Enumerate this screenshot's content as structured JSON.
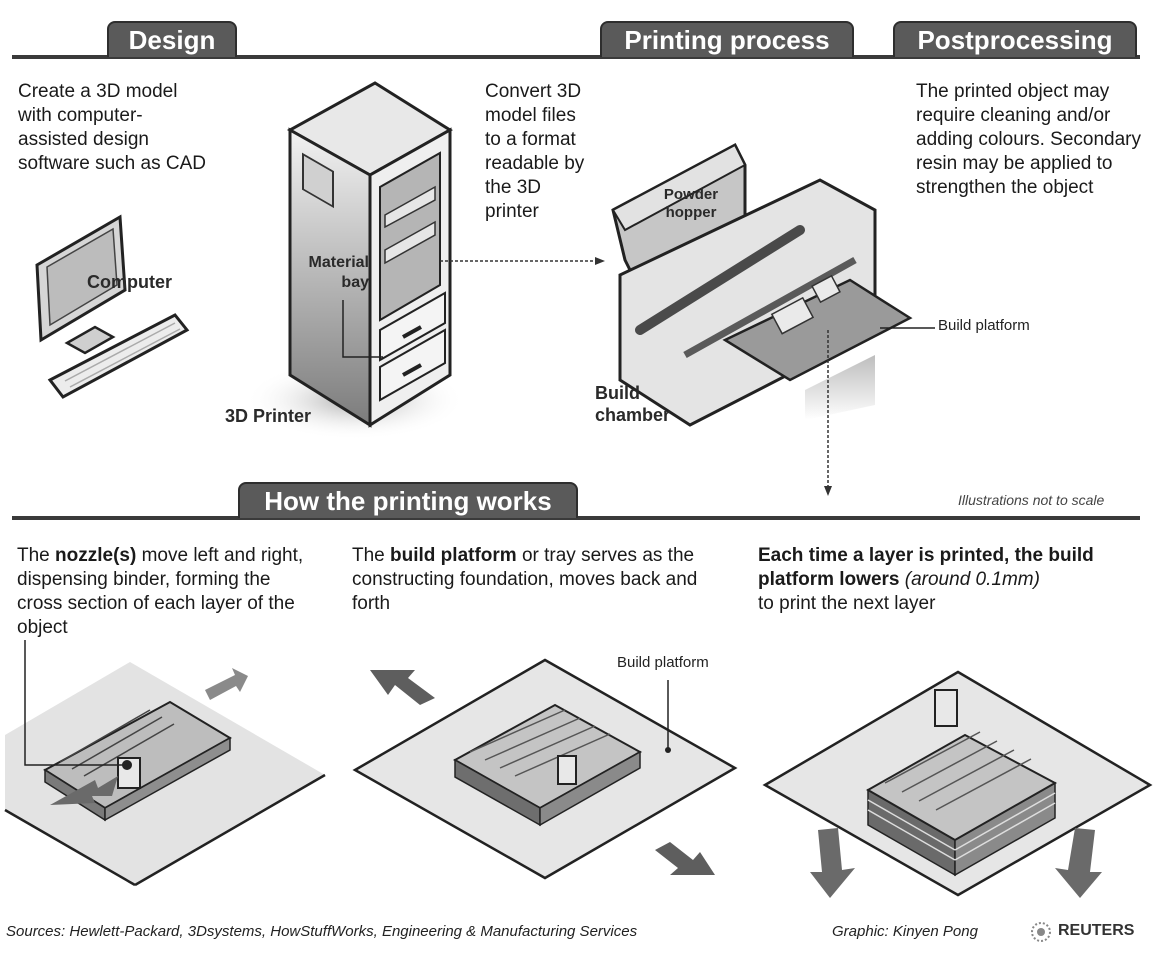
{
  "sections": {
    "design": {
      "tab": "Design",
      "description": "Create a 3D model with computer-assisted design software such as CAD",
      "computer_label": "Computer",
      "printer_label": "3D Printer",
      "material_bay_label": "Material bay"
    },
    "printing_process": {
      "tab": "Printing process",
      "convert_text": "Convert 3D model files to a format readable by the 3D printer",
      "powder_hopper_label": "Powder hopper",
      "build_platform_label": "Build platform",
      "build_chamber_label": "Build chamber"
    },
    "postprocessing": {
      "tab": "Postprocessing",
      "description": "The printed object may require cleaning and/or adding colours. Secondary resin may be applied to strengthen the object"
    },
    "how_it_works": {
      "tab": "How the printing works",
      "scale_note": "Illustrations not to scale",
      "steps": [
        {
          "prefix": "The ",
          "bold": "nozzle(s)",
          "suffix": " move left and right, dispensing binder, forming the cross section of each layer of the object"
        },
        {
          "prefix": "The ",
          "bold": "build platform",
          "suffix": " or tray serves as the constructing foundation, moves back and forth",
          "callout": "Build platform"
        },
        {
          "prefix": "",
          "bold": "Each time a layer is printed, the build platform lowers",
          "italic": "(around 0.1mm)",
          "suffix": "to print the next layer"
        }
      ]
    }
  },
  "footer": {
    "sources": "Sources: Hewlett-Packard, 3Dsystems, HowStuffWorks, Engineering & Manufacturing Services",
    "credit": "Graphic: Kinyen Pong",
    "brand": "REUTERS"
  },
  "colors": {
    "tab_fill": "#5a5a5a",
    "rule": "#3a3a3a",
    "platform": "#e2e2e2",
    "arrow": "#6a6a6a"
  }
}
